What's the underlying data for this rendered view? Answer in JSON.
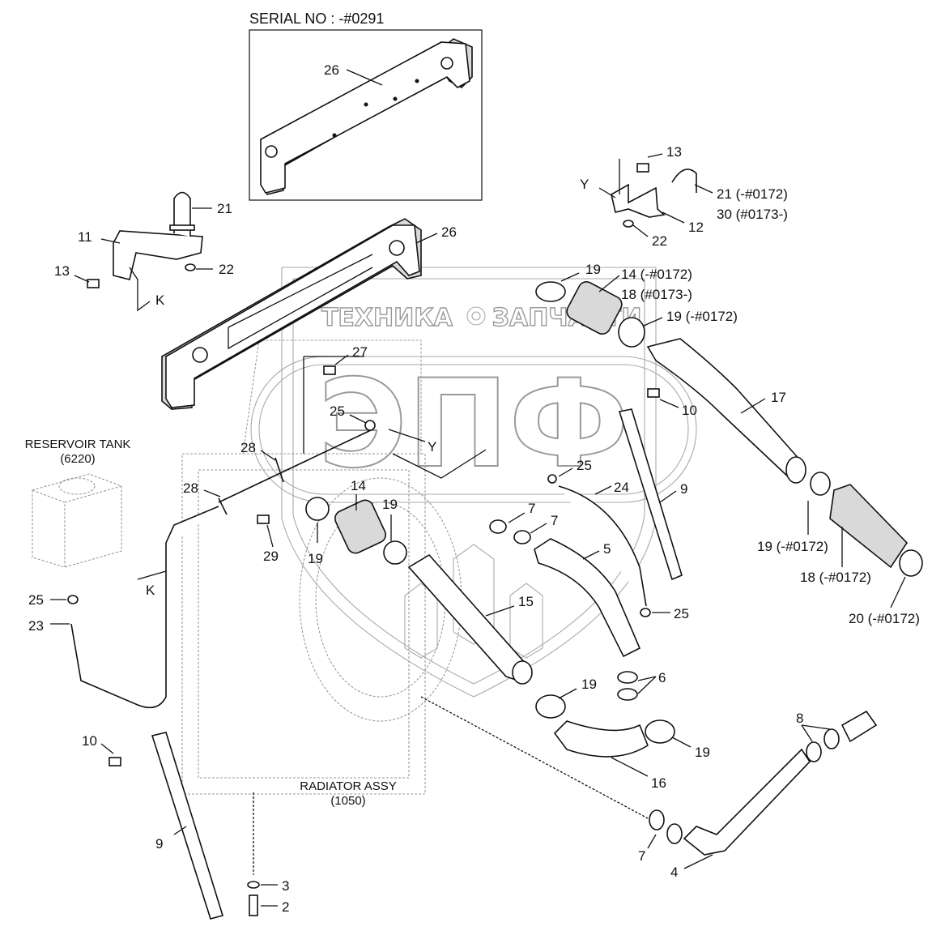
{
  "serial_box": {
    "title": "SERIAL NO : -#0291",
    "label": "26"
  },
  "watermark": {
    "left": "ТЕХНИКА",
    "right": "ЗАПЧАСТИ",
    "logo": "ЭПФ"
  },
  "captions": {
    "reservoir": {
      "line1": "RESERVOIR TANK",
      "line2": "(6220)"
    },
    "radiator": {
      "line1": "RADIATOR ASSY",
      "line2": "(1050)"
    }
  },
  "callouts": {
    "c26_main": "26",
    "c21_left": "21",
    "c11": "11",
    "c13_left": "13",
    "c22_left": "22",
    "k_top": "K",
    "c13_right": "13",
    "y_top": "Y",
    "c21_right": "21 (-#0172)",
    "c30_right": "30 (#0173-)",
    "c12": "12",
    "c22_right": "22",
    "c19_a": "19",
    "c14_a": "14 (-#0172)",
    "c18_a": "18 (#0173-)",
    "c19_b": "19 (-#0172)",
    "c27": "27",
    "c17": "17",
    "c10_right": "10",
    "c25_a": "25",
    "y_mid": "Y",
    "c28_a": "28",
    "c28_b": "28",
    "c14_b": "14",
    "c19_c": "19",
    "c7_a": "7",
    "c7_b": "7",
    "c25_b": "25",
    "c24": "24",
    "c9_right": "9",
    "c29": "29",
    "c19_d": "19",
    "c5": "5",
    "c19_e": "19 (-#0172)",
    "c18_b": "18 (-#0172)",
    "c20": "20 (-#0172)",
    "k_mid": "K",
    "c15": "15",
    "c25_left": "25",
    "c23": "23",
    "c25_c": "25",
    "c6": "6",
    "c19_f": "19",
    "c19_g": "19",
    "c16": "16",
    "c8": "8",
    "c10_left": "10",
    "c9_left": "9",
    "c7_c": "7",
    "c4": "4",
    "c3": "3",
    "c2": "2"
  }
}
